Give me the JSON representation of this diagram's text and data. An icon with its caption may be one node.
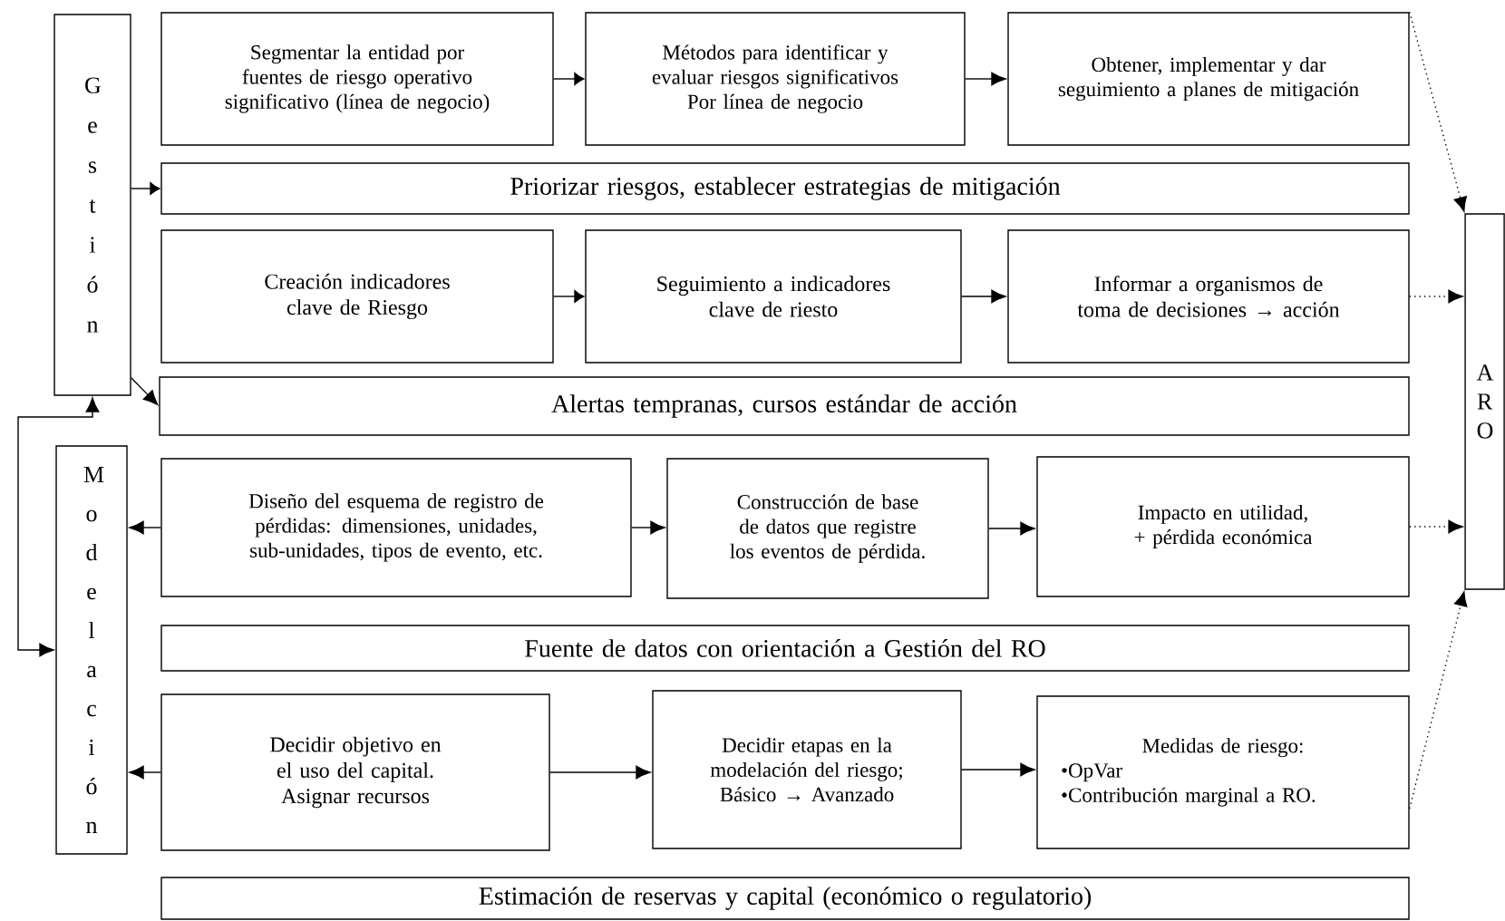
{
  "diagram": {
    "nodes": [
      {
        "text": [
          "G e s t i ó n"
        ]
      },
      {
        "text": [
          "M o d e l a c i ó n"
        ]
      },
      {
        "text": [
          "A R O"
        ]
      },
      {
        "text": [
          "Segmentar la entidad por fuentes de riesgo operativo significativo (línea de negocio)"
        ]
      },
      {
        "text": [
          "Métodos para identificar y evaluar riesgos significativos Por línea de negocio"
        ]
      },
      {
        "text": [
          "Obtener, implementar y dar seguimiento a planes de mitigación"
        ]
      },
      {
        "text": [
          "Priorizar riesgos, establecer estrategias de mitigación"
        ]
      },
      {
        "text": [
          "Creación indicadores clave de Riesgo"
        ]
      },
      {
        "text": [
          "Seguimiento a indicadores clave de riesto"
        ]
      },
      {
        "text": [
          "Informar a organismos de toma de decisiones → acción"
        ]
      },
      {
        "text": [
          "Alertas tempranas, cursos estándar de acción"
        ]
      },
      {
        "text": [
          "Diseño del esquema de registro de pérdidas: dimensiones, unidades, sub-unidades, tipos de evento, etc."
        ]
      },
      {
        "text": [
          "Construcción de base de datos que registre los eventos de pérdida."
        ]
      },
      {
        "text": [
          "Impacto en utilidad, + pérdida económica"
        ]
      },
      {
        "text": [
          "Fuente de datos con orientación a Gestión del RO"
        ]
      },
      {
        "text": [
          "Decidir objetivo en el uso del capital. Asignar recursos"
        ]
      },
      {
        "text": [
          "Decidir etapas en la modelación del riesgo; Básico → Avanzado"
        ]
      },
      {
        "text": [
          "Medidas de riesgo:",
          "•OpVar",
          "•Contribución marginal a RO."
        ]
      },
      {
        "text": [
          "Estimación de reservas y capital (económico o regulatorio)"
        ]
      }
    ],
    "edges": [
      {
        "from": 3,
        "to": 4,
        "arrow": "to"
      },
      {
        "from": 4,
        "to": 5,
        "arrow": "to"
      },
      {
        "from": 5,
        "to": 2,
        "arrow": "to",
        "style": "dashed"
      },
      {
        "from": 0,
        "to": 6,
        "arrow": "to"
      },
      {
        "from": 7,
        "to": 8,
        "arrow": "to"
      },
      {
        "from": 8,
        "to": 9,
        "arrow": "to"
      },
      {
        "from": 9,
        "to": 2,
        "arrow": "to",
        "style": "dashed"
      },
      {
        "from": 0,
        "to": 10,
        "arrow": "to"
      },
      {
        "from": 1,
        "to": 0,
        "arrow": "both"
      },
      {
        "from": 11,
        "to": 1,
        "arrow": "to"
      },
      {
        "from": 11,
        "to": 12,
        "arrow": "to"
      },
      {
        "from": 12,
        "to": 13,
        "arrow": "to"
      },
      {
        "from": 13,
        "to": 2,
        "arrow": "to",
        "style": "dashed"
      },
      {
        "from": 15,
        "to": 1,
        "arrow": "to"
      },
      {
        "from": 15,
        "to": 16,
        "arrow": "to"
      },
      {
        "from": 16,
        "to": 17,
        "arrow": "to"
      },
      {
        "from": 17,
        "to": 2,
        "arrow": "to",
        "style": "dashed"
      }
    ]
  }
}
